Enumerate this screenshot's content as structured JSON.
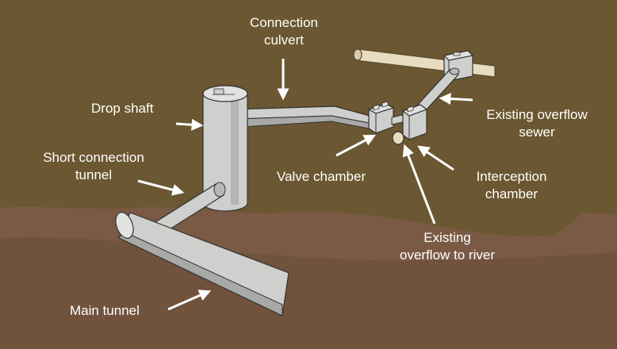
{
  "labels": {
    "connection_culvert": [
      "Connection",
      "culvert"
    ],
    "drop_shaft": "Drop shaft",
    "short_connection_tunnel": [
      "Short connection",
      "tunnel"
    ],
    "main_tunnel": "Main tunnel",
    "valve_chamber": "Valve chamber",
    "interception_chamber": [
      "Interception",
      "chamber"
    ],
    "existing_overflow_sewer": [
      "Existing overflow",
      "sewer"
    ],
    "existing_overflow_to_river": [
      "Existing",
      "overflow to river"
    ]
  },
  "colors": {
    "upper_ground": "#6b5731",
    "lower_ground": "#7a5a44",
    "deep_ground": "#6a4c38",
    "structure_fill": "#cfd0ce",
    "structure_shade": "#a9aaa8",
    "sewer_pipe": "#e8dcc0",
    "arrow": "#ffffff"
  }
}
